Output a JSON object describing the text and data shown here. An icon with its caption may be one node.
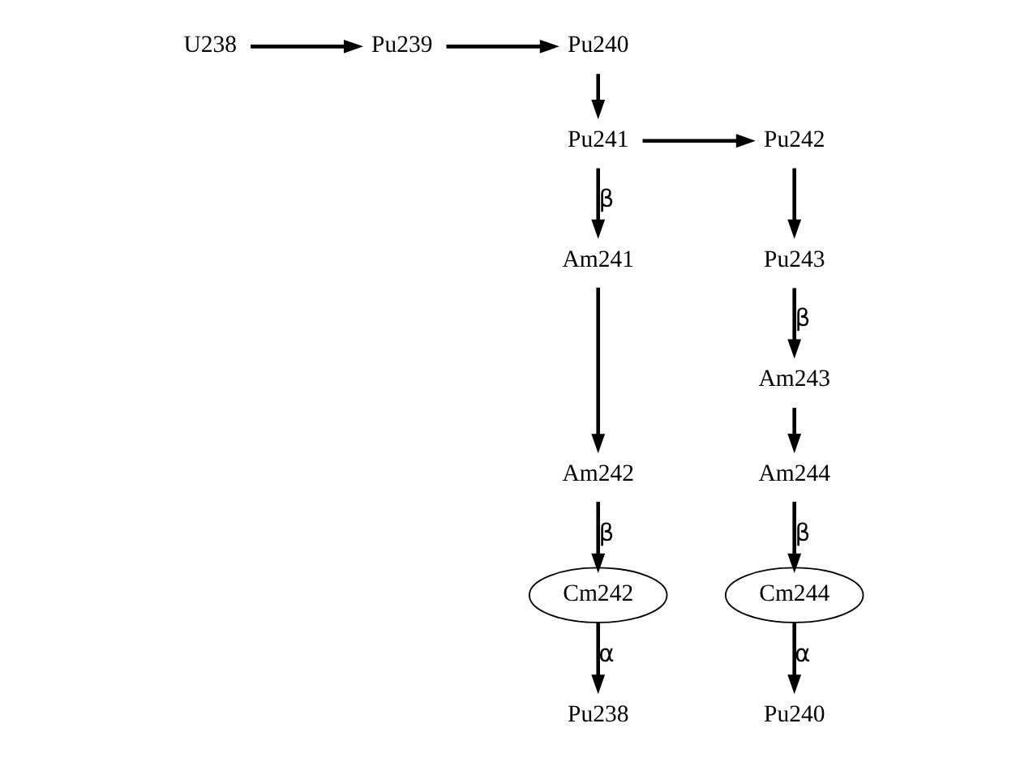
{
  "diagram": {
    "nodes": [
      {
        "text": [
          "U238"
        ]
      },
      {
        "text": [
          "Pu239"
        ]
      },
      {
        "text": [
          "Pu240"
        ]
      },
      {
        "text": [
          "Pu241"
        ]
      },
      {
        "text": [
          "Pu242"
        ]
      },
      {
        "text": [
          "Am241"
        ]
      },
      {
        "text": [
          "Pu243"
        ]
      },
      {
        "text": [
          "Am243"
        ]
      },
      {
        "text": [
          "Am242"
        ]
      },
      {
        "text": [
          "Am244"
        ]
      },
      {
        "text": [
          "Cm242"
        ]
      },
      {
        "text": [
          "Cm244"
        ]
      },
      {
        "text": [
          "Pu238"
        ]
      },
      {
        "text": [
          "Pu240"
        ]
      }
    ],
    "edges": [
      {
        "from": 0,
        "to": 1,
        "arrow": "to"
      },
      {
        "from": 1,
        "to": 2,
        "arrow": "to"
      },
      {
        "from": 2,
        "to": 3,
        "arrow": "to"
      },
      {
        "from": 3,
        "to": 4,
        "arrow": "to"
      },
      {
        "from": 3,
        "to": 5,
        "arrow": "to",
        "label": "β"
      },
      {
        "from": 4,
        "to": 6,
        "arrow": "to"
      },
      {
        "from": 5,
        "to": 8,
        "arrow": "to"
      },
      {
        "from": 6,
        "to": 7,
        "arrow": "to",
        "label": "β"
      },
      {
        "from": 7,
        "to": 9,
        "arrow": "to"
      },
      {
        "from": 8,
        "to": 10,
        "arrow": "to",
        "label": "β"
      },
      {
        "from": 9,
        "to": 11,
        "arrow": "to",
        "label": "β"
      },
      {
        "from": 10,
        "to": 12,
        "arrow": "to",
        "label": "α"
      },
      {
        "from": 11,
        "to": 13,
        "arrow": "to",
        "label": "α"
      }
    ]
  }
}
